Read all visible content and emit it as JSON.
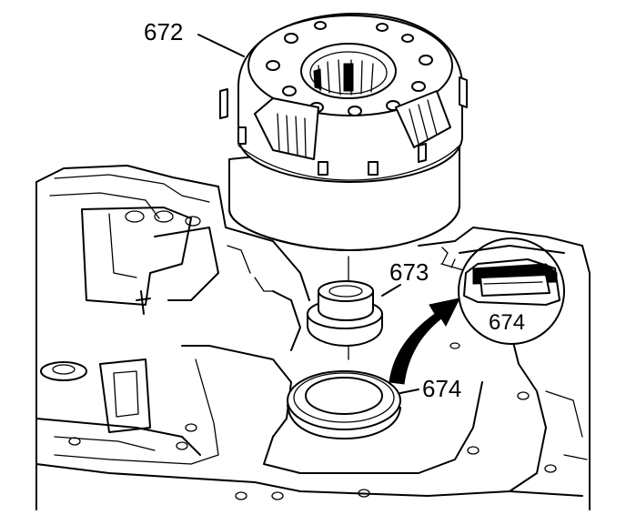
{
  "callouts": {
    "drum": "672",
    "bushing": "673",
    "seal": "674",
    "detail": "674"
  },
  "colors": {
    "line": "#000000",
    "background": "#ffffff"
  }
}
